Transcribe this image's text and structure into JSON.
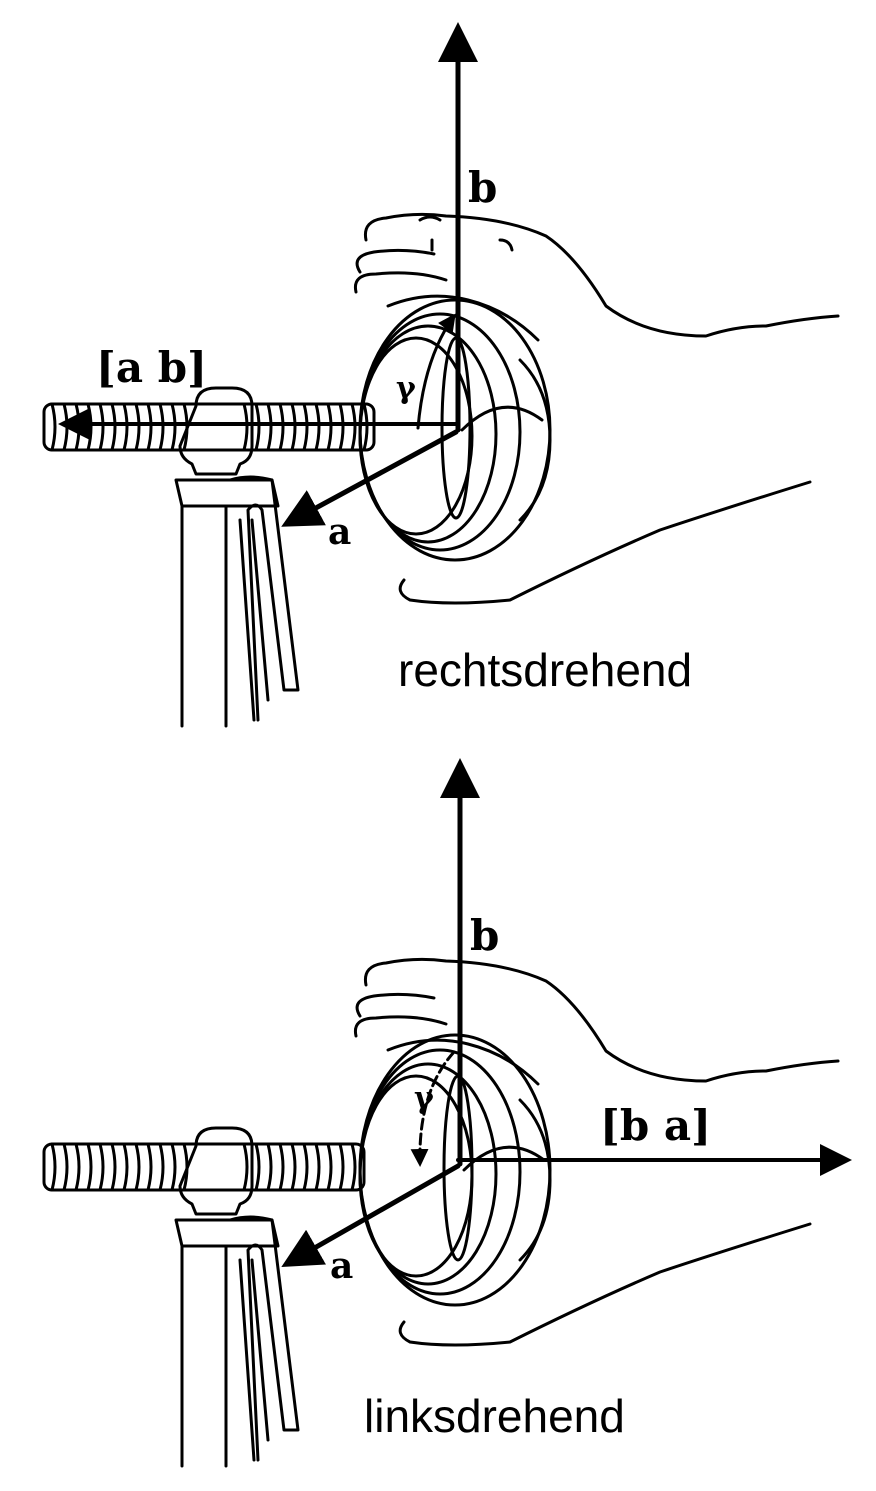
{
  "panels": [
    {
      "id": "top",
      "caption": "rechtsdrehend",
      "labels": {
        "vertical": "b",
        "diagonal": "a",
        "axial": "[a b]",
        "angle": "γ"
      }
    },
    {
      "id": "bottom",
      "caption": "linksdrehend",
      "labels": {
        "vertical": "b",
        "diagonal": "a",
        "axial": "[b a]",
        "angle": "γ"
      }
    }
  ],
  "colors": {
    "ink": "#000000",
    "background": "#ffffff"
  }
}
